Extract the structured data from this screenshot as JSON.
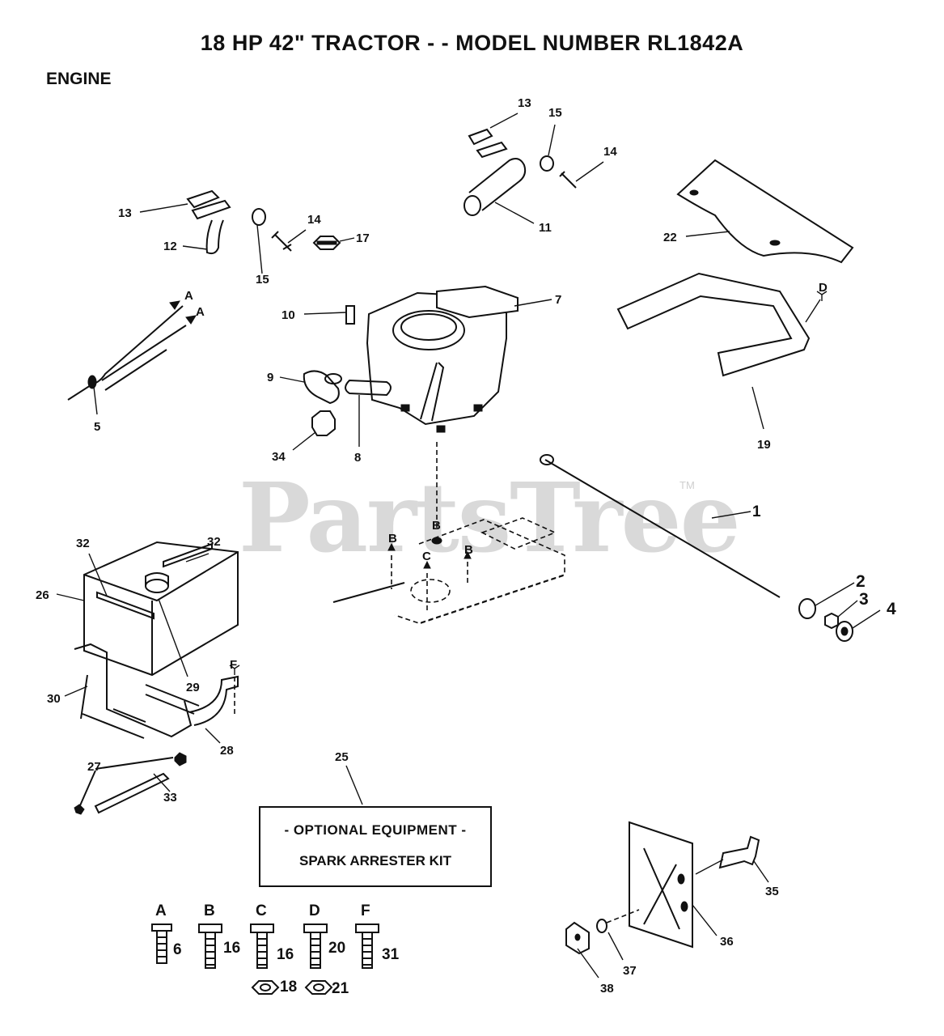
{
  "header": {
    "title": "18 HP 42\" TRACTOR - - MODEL NUMBER RL1842A",
    "section": "ENGINE"
  },
  "watermark": {
    "text": "PartsTree",
    "tm": "TM"
  },
  "callouts": {
    "c1": "1",
    "c2": "2",
    "c3": "3",
    "c4": "4",
    "c5": "5",
    "c7": "7",
    "c8": "8",
    "c9": "9",
    "c10": "10",
    "c11": "11",
    "c12": "12",
    "c13a": "13",
    "c13b": "13",
    "c14a": "14",
    "c14b": "14",
    "c15a": "15",
    "c15b": "15",
    "c17": "17",
    "c19": "19",
    "c22": "22",
    "c25": "25",
    "c26": "26",
    "c27": "27",
    "c28": "28",
    "c29": "29",
    "c30": "30",
    "c32a": "32",
    "c32b": "32",
    "c33": "33",
    "c34": "34",
    "c35": "35",
    "c36": "36",
    "c37": "37",
    "c38": "38"
  },
  "ref_letters": {
    "A1": "A",
    "A2": "A",
    "B1": "B",
    "B2": "B",
    "B3": "B",
    "C1": "C",
    "D1": "D",
    "F1": "F"
  },
  "optional_equipment": {
    "line1": "- OPTIONAL EQUIPMENT -",
    "line2": "SPARK ARRESTER KIT"
  },
  "hardware_key": [
    {
      "letter": "A",
      "number": "6",
      "nut": ""
    },
    {
      "letter": "B",
      "number": "16",
      "nut": ""
    },
    {
      "letter": "C",
      "number": "16",
      "nut": "18"
    },
    {
      "letter": "D",
      "number": "20",
      "nut": "21"
    },
    {
      "letter": "F",
      "number": "31",
      "nut": ""
    }
  ]
}
